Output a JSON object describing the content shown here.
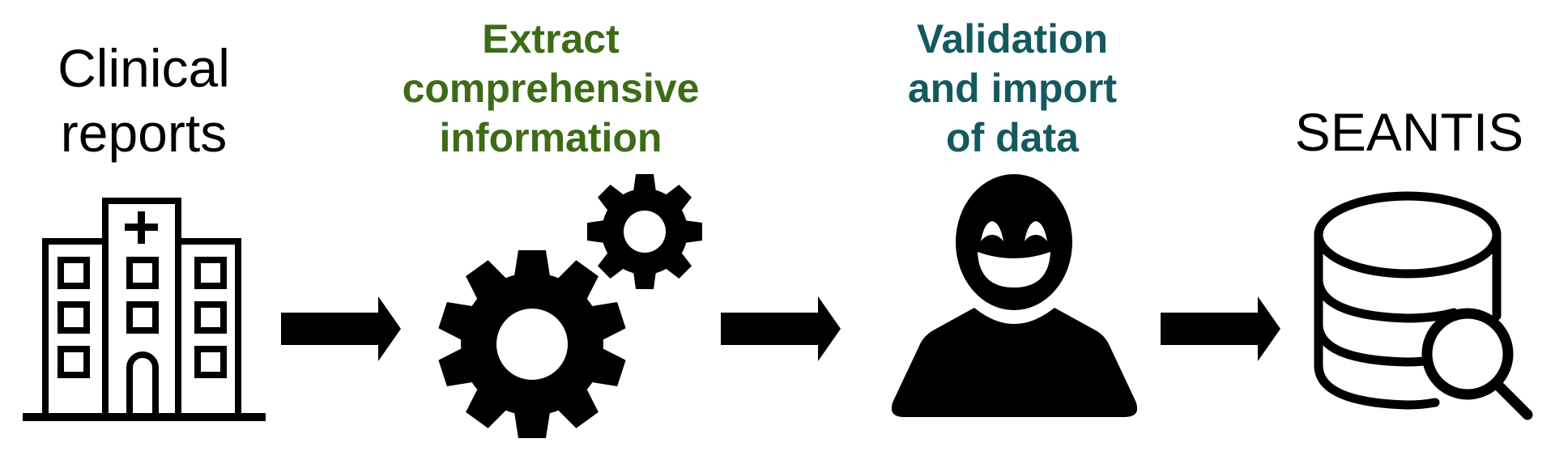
{
  "steps": [
    {
      "lines": [
        "Clinical",
        "reports"
      ],
      "icon": "hospital-icon",
      "color": "#000000"
    },
    {
      "lines": [
        "Extract",
        "comprehensive",
        "information"
      ],
      "icon": "gears-icon",
      "color": "#3d6b17"
    },
    {
      "lines": [
        "Validation",
        "and import",
        "of data"
      ],
      "icon": "person-icon",
      "color": "#14595f"
    },
    {
      "lines": [
        "SEANTIS"
      ],
      "icon": "database-search-icon",
      "color": "#000000"
    }
  ],
  "connectors": [
    "arrow-right-icon",
    "arrow-right-icon",
    "arrow-right-icon"
  ]
}
